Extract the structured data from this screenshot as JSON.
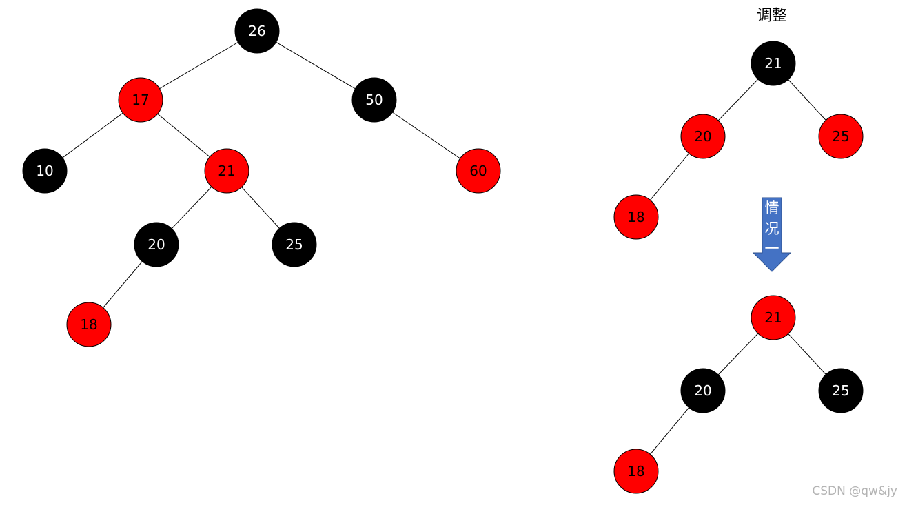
{
  "colors": {
    "red": "#ff0000",
    "black": "#000000",
    "red_label": "#000000",
    "black_label": "#ffffff",
    "arrow": "#4472c4"
  },
  "title": "调整",
  "arrow_label": [
    "情",
    "况",
    "一"
  ],
  "watermark": "CSDN @qw&jy",
  "trees": [
    {
      "id": "main-tree",
      "nodes": [
        {
          "id": "n26",
          "value": "26",
          "color": "black"
        },
        {
          "id": "n17",
          "value": "17",
          "color": "red"
        },
        {
          "id": "n50",
          "value": "50",
          "color": "black"
        },
        {
          "id": "n10",
          "value": "10",
          "color": "black"
        },
        {
          "id": "n21",
          "value": "21",
          "color": "red"
        },
        {
          "id": "n60",
          "value": "60",
          "color": "red"
        },
        {
          "id": "n20",
          "value": "20",
          "color": "black"
        },
        {
          "id": "n25",
          "value": "25",
          "color": "black"
        },
        {
          "id": "n18",
          "value": "18",
          "color": "red"
        }
      ],
      "edges": [
        [
          "n26",
          "n17"
        ],
        [
          "n26",
          "n50"
        ],
        [
          "n17",
          "n10"
        ],
        [
          "n17",
          "n21"
        ],
        [
          "n50",
          "n60"
        ],
        [
          "n21",
          "n20"
        ],
        [
          "n21",
          "n25"
        ],
        [
          "n20",
          "n18"
        ]
      ]
    },
    {
      "id": "before-tree",
      "nodes": [
        {
          "id": "b21",
          "value": "21",
          "color": "black"
        },
        {
          "id": "b20",
          "value": "20",
          "color": "red"
        },
        {
          "id": "b25",
          "value": "25",
          "color": "red"
        },
        {
          "id": "b18",
          "value": "18",
          "color": "red"
        }
      ],
      "edges": [
        [
          "b21",
          "b20"
        ],
        [
          "b21",
          "b25"
        ],
        [
          "b20",
          "b18"
        ]
      ]
    },
    {
      "id": "after-tree",
      "nodes": [
        {
          "id": "a21",
          "value": "21",
          "color": "red"
        },
        {
          "id": "a20",
          "value": "20",
          "color": "black"
        },
        {
          "id": "a25",
          "value": "25",
          "color": "black"
        },
        {
          "id": "a18",
          "value": "18",
          "color": "red"
        }
      ],
      "edges": [
        [
          "a21",
          "a20"
        ],
        [
          "a21",
          "a25"
        ],
        [
          "a20",
          "a18"
        ]
      ]
    }
  ]
}
